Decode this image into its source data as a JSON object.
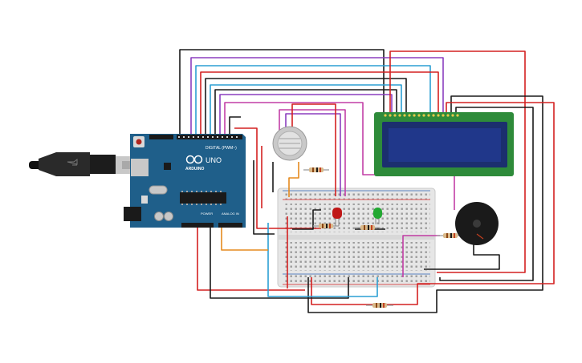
{
  "arduino": {
    "brand": "ARDUINO",
    "model": "UNO",
    "digital_header": "DIGITAL (PWM~)",
    "power_label": "POWER",
    "analog_label": "ANALOG IN"
  },
  "colors": {
    "board": "#1f5f8a",
    "wire_black": "#1a1a1a",
    "wire_red": "#d42121",
    "wire_purple": "#8b3fbf",
    "wire_cyan": "#2b9fd3",
    "wire_magenta": "#c23fa6",
    "wire_orange": "#e58a1f",
    "lcd_frame": "#2e8b3a",
    "lcd_screen": "#1b2f6e",
    "breadboard": "#e9e9e9"
  },
  "components": [
    "usb-cable",
    "arduino-uno",
    "gas-sensor",
    "lcd-16x2",
    "breadboard",
    "red-led",
    "green-led",
    "piezo-buzzer",
    "resistor"
  ]
}
